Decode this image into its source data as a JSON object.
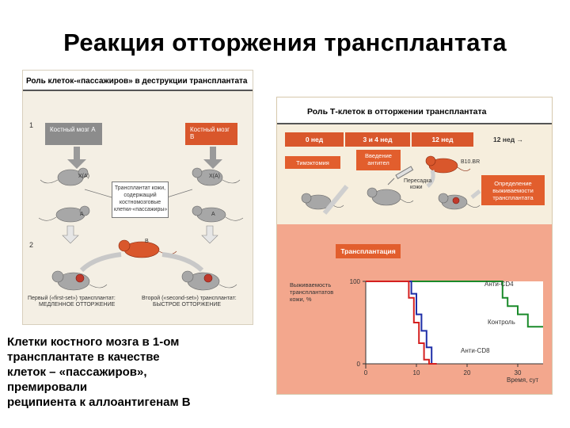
{
  "slide": {
    "title": "Реакция отторжения трансплантата",
    "caption_lines": [
      "Клетки костного мозга в 1-ом",
      "трансплантате в качестве",
      "клеток – «пассажиров»,",
      "премировали",
      "реципиента к аллоантигенам В"
    ]
  },
  "left_figure": {
    "header": "Роль клеток-«пассажиров» в деструкции трансплантата",
    "step1": "1",
    "step2": "2",
    "marrow_a": "Костный мозг А",
    "marrow_b": "Костный мозг В",
    "mouse_xa_left": "X(A)",
    "mouse_xa_right": "X(A)",
    "mouse_a_left": "A",
    "mouse_a_right": "A",
    "mouse_b": "B",
    "box_lines": [
      "Трансплантат кожи,",
      "содержащий",
      "костномозговые",
      "клетки-«пассажиры»"
    ],
    "caption_left": [
      "Первый («first-set») трансплантат:",
      "МЕДЛЕННОЕ ОТТОРЖЕНИЕ"
    ],
    "caption_right": [
      "Второй («second-set») трансплантат:",
      "БЫСТРОЕ ОТТОРЖЕНИЕ"
    ]
  },
  "right_figure": {
    "header": "Роль Т-клеток в отторжении трансплантата",
    "timeline": [
      "0 нед",
      "3 и 4 нед",
      "12 нед",
      "12 нед →"
    ],
    "thymectomy": "Тимэктомия",
    "antibody_box": [
      "Введение",
      "антител"
    ],
    "strain": "B10.BR",
    "skin_transplant": [
      "Пересадка",
      "кожи"
    ],
    "survival_box": [
      "Определение",
      "выживаемости",
      "трансплантата"
    ],
    "transplant_label": "Трансплантация",
    "y_label": [
      "Выживаемость",
      "трансплантатов",
      "кожи, %"
    ],
    "colors": {
      "anti_cd4": "#1a8a2a",
      "control": "#1f2fa8",
      "anti_cd8": "#d42020",
      "panel": "#f3a78d"
    }
  },
  "chart_data": {
    "type": "line",
    "xlabel": "Время, сут",
    "ylabel": "Выживаемость трансплантатов кожи, %",
    "xlim": [
      0,
      35
    ],
    "ylim": [
      0,
      100
    ],
    "x_ticks": [
      0,
      10,
      20,
      30
    ],
    "y_ticks": [
      0,
      100
    ],
    "series": [
      {
        "name": "Анти-CD4",
        "color": "#1a8a2a",
        "points": [
          [
            0,
            100
          ],
          [
            27,
            100
          ],
          [
            27,
            80
          ],
          [
            28,
            80
          ],
          [
            28,
            70
          ],
          [
            30,
            70
          ],
          [
            30,
            60
          ],
          [
            32,
            60
          ],
          [
            32,
            45
          ],
          [
            35,
            45
          ]
        ]
      },
      {
        "name": "Контроль",
        "color": "#1f2fa8",
        "points": [
          [
            0,
            100
          ],
          [
            9,
            100
          ],
          [
            9,
            85
          ],
          [
            10,
            85
          ],
          [
            10,
            60
          ],
          [
            11,
            60
          ],
          [
            11,
            40
          ],
          [
            12,
            40
          ],
          [
            12,
            20
          ],
          [
            13,
            20
          ],
          [
            13,
            0
          ],
          [
            14,
            0
          ]
        ]
      },
      {
        "name": "Анти-CD8",
        "color": "#d42020",
        "points": [
          [
            0,
            100
          ],
          [
            8.5,
            100
          ],
          [
            8.5,
            80
          ],
          [
            9.5,
            80
          ],
          [
            9.5,
            50
          ],
          [
            10.5,
            50
          ],
          [
            10.5,
            25
          ],
          [
            11.5,
            25
          ],
          [
            11.5,
            5
          ],
          [
            12.5,
            5
          ],
          [
            12.5,
            0
          ],
          [
            14,
            0
          ]
        ]
      }
    ]
  }
}
